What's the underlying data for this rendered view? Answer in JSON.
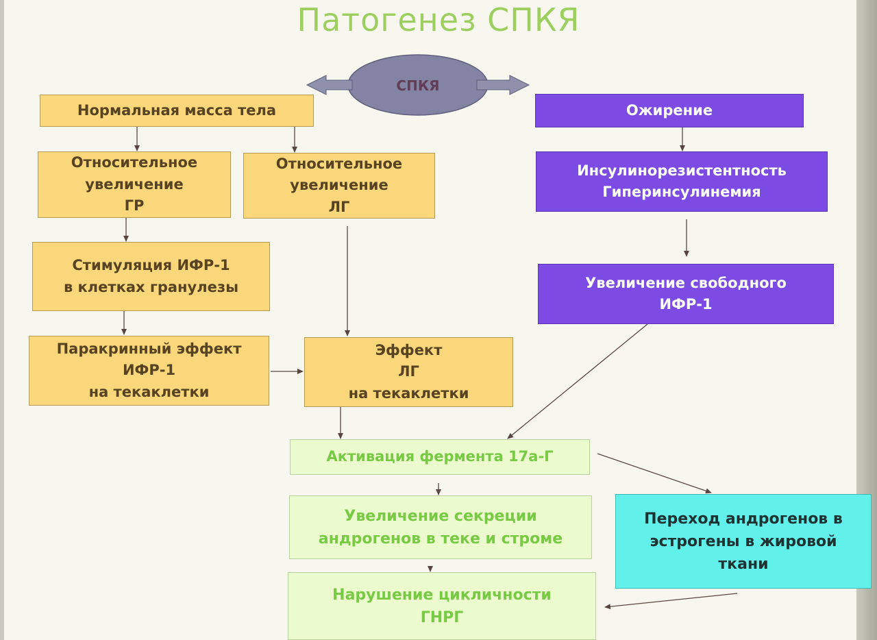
{
  "title": "Патогенез СПКЯ",
  "center_node": "СПКЯ",
  "nodes": {
    "normal_weight": [
      "Нормальная масса тела"
    ],
    "rel_gr": [
      "Относительное",
      "увеличение",
      "ГР"
    ],
    "rel_lg": [
      "Относительное",
      "увеличение",
      "ЛГ"
    ],
    "stim_ifr": [
      "Стимуляция ИФР-1",
      "в клетках гранулезы"
    ],
    "paracrine": [
      "Паракринный эффект",
      "ИФР-1",
      "на текаклетки"
    ],
    "effect_lg": [
      "Эффект",
      "ЛГ",
      "на текаклетки"
    ],
    "obesity": [
      "Ожирение"
    ],
    "insulin": [
      "Инсулинорезистентность",
      "Гиперинсулинемия"
    ],
    "free_ifr": [
      "Увеличение свободного",
      "ИФР-1"
    ],
    "activation": [
      "Активация фермента 17а-Г"
    ],
    "androgen_secretion": [
      "Увеличение секреции",
      "андрогенов в теке и строме"
    ],
    "conversion": [
      "Переход андрогенов в",
      "эстрогены в жировой",
      "ткани"
    ],
    "cycle": [
      "Нарушение цикличности",
      "ГНРГ"
    ]
  },
  "colors": {
    "yellow": "#fad77a",
    "purple": "#7b4be3",
    "green_text": "#78ca44",
    "cyan": "#61f0ea",
    "ellipse": "#8080a0"
  }
}
